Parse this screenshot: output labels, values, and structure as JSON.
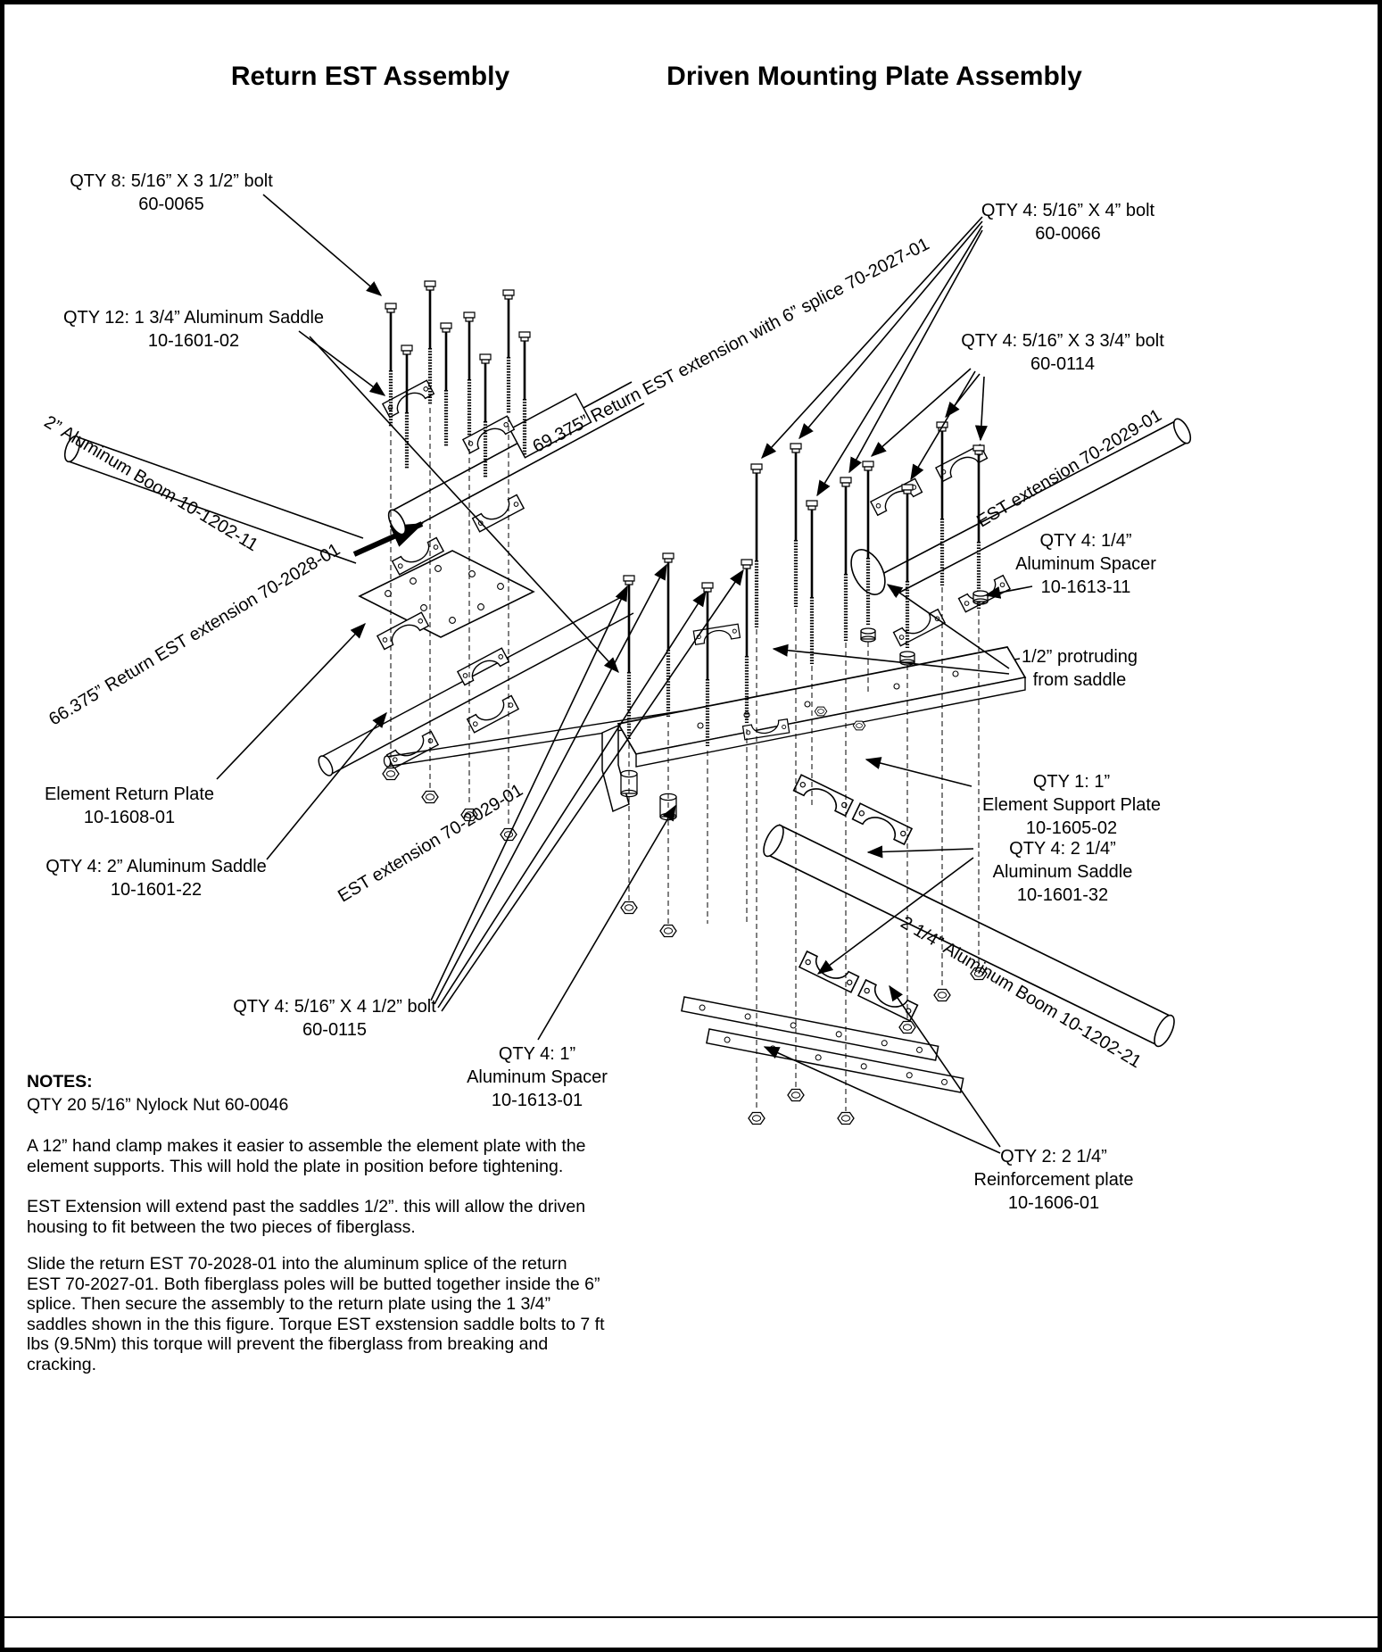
{
  "titles": {
    "left": "Return EST Assembly",
    "right": "Driven Mounting Plate Assembly"
  },
  "labels": {
    "qty8_bolt": {
      "line1": "QTY 8:  5/16” X 3 1/2” bolt",
      "line2": "60-0065"
    },
    "qty12_saddle": {
      "line1": "QTY 12:  1 3/4” Aluminum Saddle",
      "line2": "10-1601-02"
    },
    "boom_2in": "2” Aluminum Boom 10-1202-11",
    "ret_est_69": "69.375” Return EST extension with 6” splice 70-2027-01",
    "ret_est_66": "66.375” Return EST extension 70-2028-01",
    "element_return_plate": {
      "line1": "Element Return Plate",
      "line2": "10-1608-01"
    },
    "qty4_2in_saddle": {
      "line1": "QTY 4:  2” Aluminum Saddle",
      "line2": "10-1601-22"
    },
    "est_ext_left": "EST extension 70-2029-01",
    "qty4_bolt_450": {
      "line1": "QTY 4:  5/16” X 4 1/2” bolt",
      "line2": "60-0115"
    },
    "qty4_spacer_1in": {
      "line1": "QTY 4:  1”",
      "line2": "Aluminum Spacer",
      "line3": "10-1613-01"
    },
    "qty4_bolt_4in": {
      "line1": "QTY 4:  5/16” X 4” bolt",
      "line2": "60-0066"
    },
    "qty4_bolt_375": {
      "line1": "QTY 4:  5/16” X 3 3/4” bolt",
      "line2": "60-0114"
    },
    "est_ext_right": "EST extension 70-2029-01",
    "qty4_spacer_quarter": {
      "line1": "QTY 4:  1/4”",
      "line2": "Aluminum Spacer",
      "line3": "10-1613-11"
    },
    "half_protruding": {
      "line1": "1/2” protruding",
      "line2": "from saddle"
    },
    "qty1_support_plate": {
      "line1": "QTY 1:  1”",
      "line2": "Element Support Plate",
      "line3": "10-1605-02"
    },
    "qty4_saddle_214": {
      "line1": "QTY 4:  2 1/4”",
      "line2": "Aluminum Saddle",
      "line3": "10-1601-32"
    },
    "boom_214": "2 1/4” Aluminum Boom 10-1202-21",
    "qty2_reinforcement": {
      "line1": "QTY 2: 2 1/4”",
      "line2": "Reinforcement plate",
      "line3": "10-1606-01"
    }
  },
  "notes": {
    "heading": "NOTES:",
    "nylock": "QTY 20    5/16” Nylock Nut 60-0046",
    "para1": "A 12” hand clamp makes it easier to assemble the element plate with the element supports.  This will hold the plate in position before tightening.",
    "para2": "EST Extension will extend past the saddles 1/2”.  this will allow  the driven housing to fit between the two pieces of fiberglass.",
    "para3": "Slide the return EST 70-2028-01 into the aluminum splice of the return EST 70-2027-01.  Both fiberglass poles will be butted together inside the 6” splice.  Then secure the assembly to the return plate using the 1 3/4” saddles shown in the this figure. Torque EST exstension saddle bolts to 7 ft lbs (9.5Nm) this torque will prevent the fiberglass from breaking and cracking."
  }
}
